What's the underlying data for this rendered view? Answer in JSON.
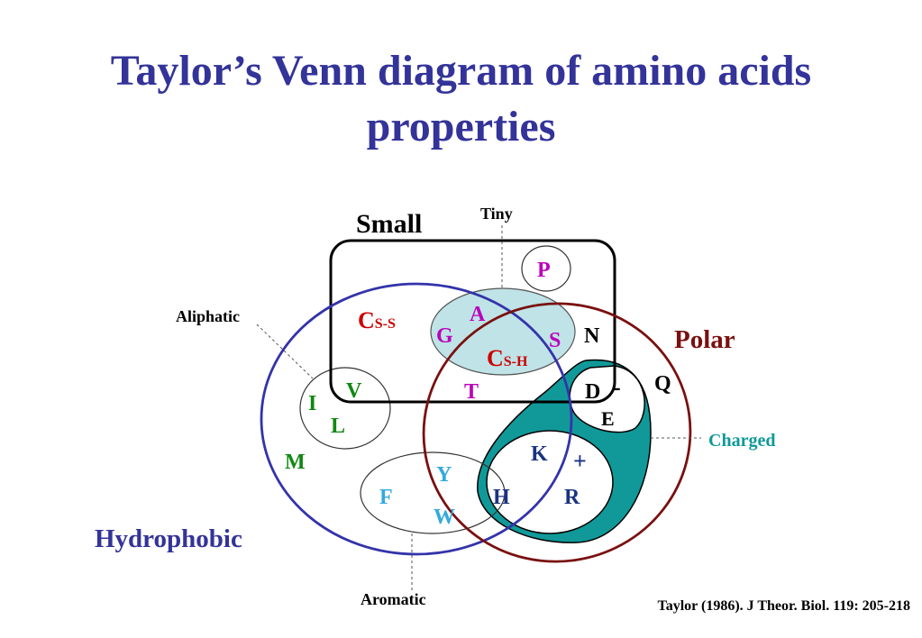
{
  "title": {
    "line1": "Taylor’s Venn diagram of amino acids",
    "line2": "properties"
  },
  "sets": {
    "small": "Small",
    "tiny": "Tiny",
    "polar": "Polar",
    "aliphatic": "Aliphatic",
    "hydrophobic": "Hydrophobic",
    "aromatic": "Aromatic",
    "charged": "Charged"
  },
  "residues": {
    "P": "P",
    "A": "A",
    "G": "G",
    "S": "S",
    "N": "N",
    "C_main": "C",
    "C_ss_sub": "S-S",
    "C_sh_sub": "S-H",
    "V": "V",
    "I": "I",
    "L": "L",
    "T": "T",
    "D": "D",
    "E": "E",
    "Q": "Q",
    "K": "K",
    "R": "R",
    "H": "H",
    "M": "M",
    "F": "F",
    "Y": "Y",
    "W": "W"
  },
  "charges": {
    "negative": "-",
    "positive": "+"
  },
  "citation": "Taylor (1986). J Theor. Biol. 119: 205-218",
  "colors": {
    "title": "#333399",
    "small_outline": "#000000",
    "hydrophobic_outline": "#3333aa",
    "polar_outline": "#7a1010",
    "tiny_fill": "#bfe3e6",
    "charged_fill": "#119999",
    "red_label": "#cc0000",
    "magenta_label": "#bb00bb",
    "green_label": "#118811",
    "cyan_label": "#33aadd",
    "navy_label": "#1a3380",
    "maroon_label": "#7a1010",
    "charged_label": "#119999"
  }
}
